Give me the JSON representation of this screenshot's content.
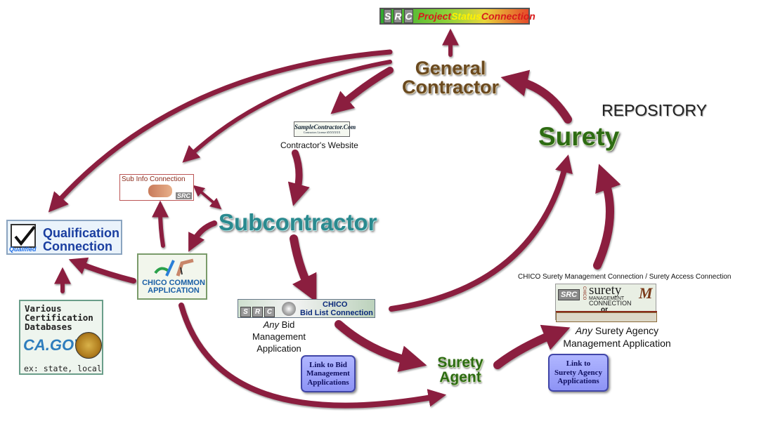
{
  "src_banner": {
    "letters": [
      "S",
      "R",
      "C"
    ],
    "title_part1": "Project",
    "title_part2": "Status",
    "title_part3": "Connection"
  },
  "nodes": {
    "general_contractor_line1": "General",
    "general_contractor_line2": "Contractor",
    "repository": "REPOSITORY",
    "surety": "Surety",
    "subcontractor": "Subcontractor",
    "surety_agent_line1": "Surety",
    "surety_agent_line2": "Agent"
  },
  "contractor_website": {
    "logo_text": "SampleContractor.Com",
    "logo_sub": "Contractors License #XXXXXX",
    "caption": "Contractor's Website"
  },
  "sub_info": {
    "title": "Sub Info Connection",
    "src": "SRC"
  },
  "qualification": {
    "line1": "Qualification",
    "line2": "Connection",
    "badge": "Qualified"
  },
  "cert": {
    "line1": "Various",
    "line2": "Certification",
    "line3": "Databases",
    "logo": "CA.GOV",
    "footer": "ex: state, local"
  },
  "common_app": {
    "line1": "CHICO COMMON",
    "line2": "APPLICATION"
  },
  "bid_list": {
    "letters": [
      "S",
      "R",
      "C"
    ],
    "line1": "CHICO",
    "line2": "Bid List Connection",
    "caption_any": "Any",
    "caption_line1": "Bid",
    "caption_line2": "Management",
    "caption_line3": "Application"
  },
  "link_bid": {
    "line1": "Link to Bid",
    "line2": "Management",
    "line3": "Applications"
  },
  "surety_mgmt": {
    "header": "CHICO Surety Management Connection / Surety Access Connection",
    "letters": "SRC",
    "chico": "CHICO",
    "surety_word": "surety",
    "mgmt": "MANAGEMENT",
    "conn": "CONNECTION",
    "m": "M",
    "or": "or",
    "caption_any": "Any",
    "caption_line1": "Surety Agency",
    "caption_line2": "Management Application"
  },
  "link_surety": {
    "line1": "Link to",
    "line2": "Surety Agency",
    "line3": "Applications"
  },
  "colors": {
    "arrow": "#8b1e3f",
    "gc_text": "#6b4a1f",
    "subcontractor_text": "#2a8a8f",
    "surety_text": "#2d6b12",
    "link_button": "#9aa0f8"
  }
}
